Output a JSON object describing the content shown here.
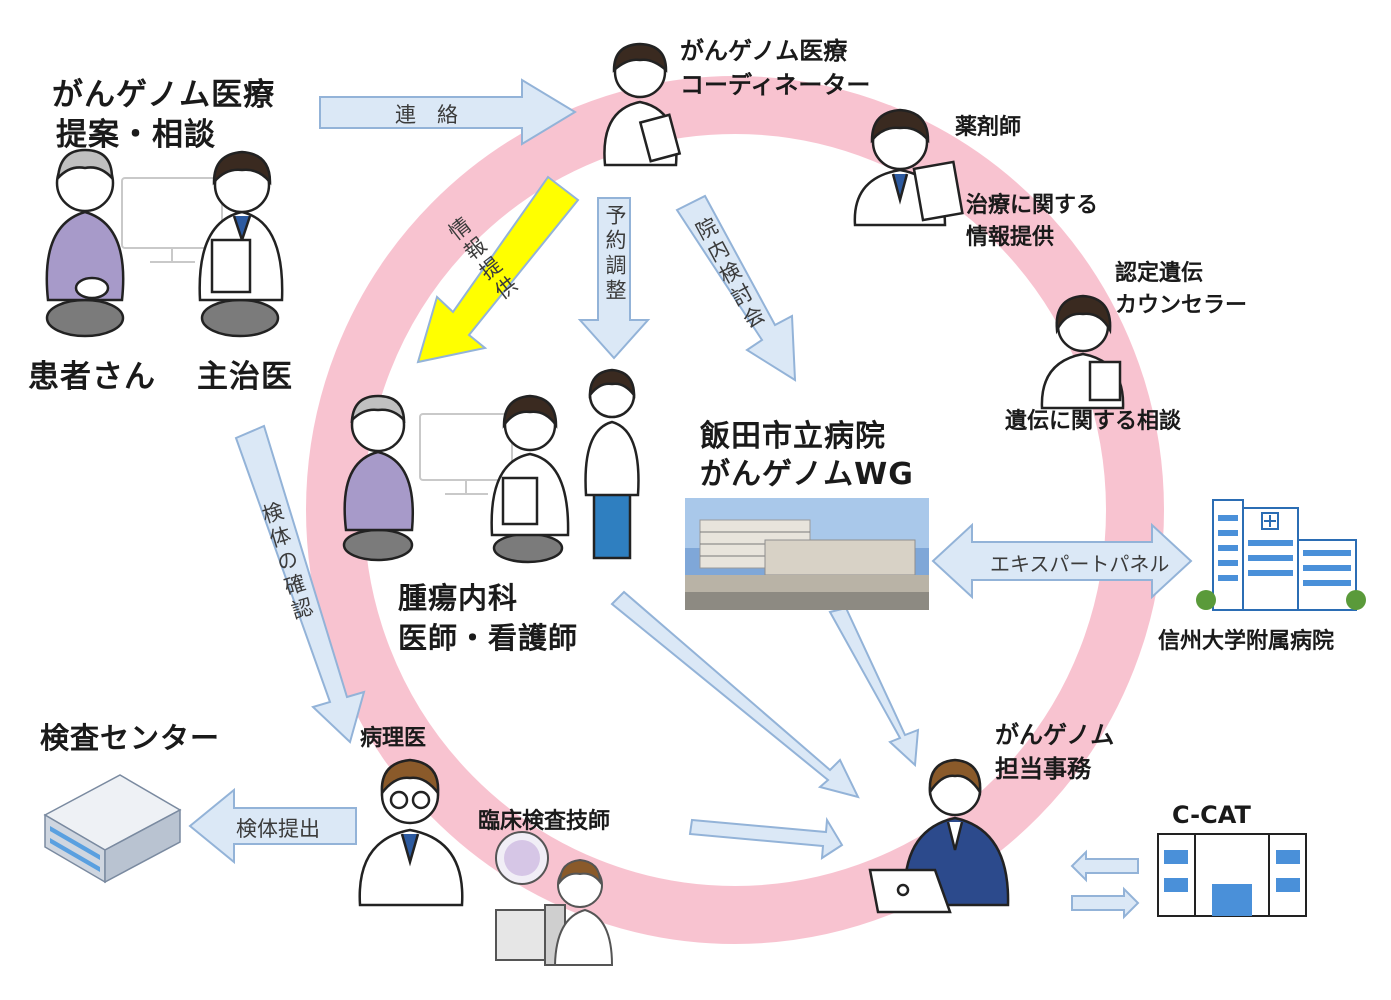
{
  "title_consult": [
    "がんゲノム医療",
    "提案・相談"
  ],
  "patient_label": "患者さん",
  "doctor_label": "主治医",
  "coordinator_label": [
    "がんゲノム医療",
    "コーディネーター"
  ],
  "pharmacist_label": "薬剤師",
  "pharmacist_note": [
    "治療に関する",
    "情報提供"
  ],
  "counselor_label": [
    "認定遺伝",
    "カウンセラー"
  ],
  "counselor_note": "遺伝に関する相談",
  "hospital_label": [
    "飯田市立病院",
    "がんゲノムWG"
  ],
  "oncology_label": [
    "腫瘍内科",
    "医師・看護師"
  ],
  "shinshu_label": "信州大学附属病院",
  "expert_panel": "エキスパートパネル",
  "admin_label": [
    "がんゲノム",
    "担当事務"
  ],
  "ccat_label": "C-CAT",
  "lab_center_label": "検査センター",
  "pathologist_label": "病理医",
  "lab_tech_label": "臨床検査技師",
  "arrows": {
    "contact": "連　絡",
    "info": "情報提供",
    "reservation": "予約調整",
    "meeting": "院内検討会",
    "specimen_check": "検体の確認",
    "specimen_submit": "検体提出"
  },
  "colors": {
    "ring": "#f6b7c8",
    "arrow_fill": "#dbe8f6",
    "arrow_stroke": "#93b3d8",
    "highlight": "#ffff00"
  }
}
